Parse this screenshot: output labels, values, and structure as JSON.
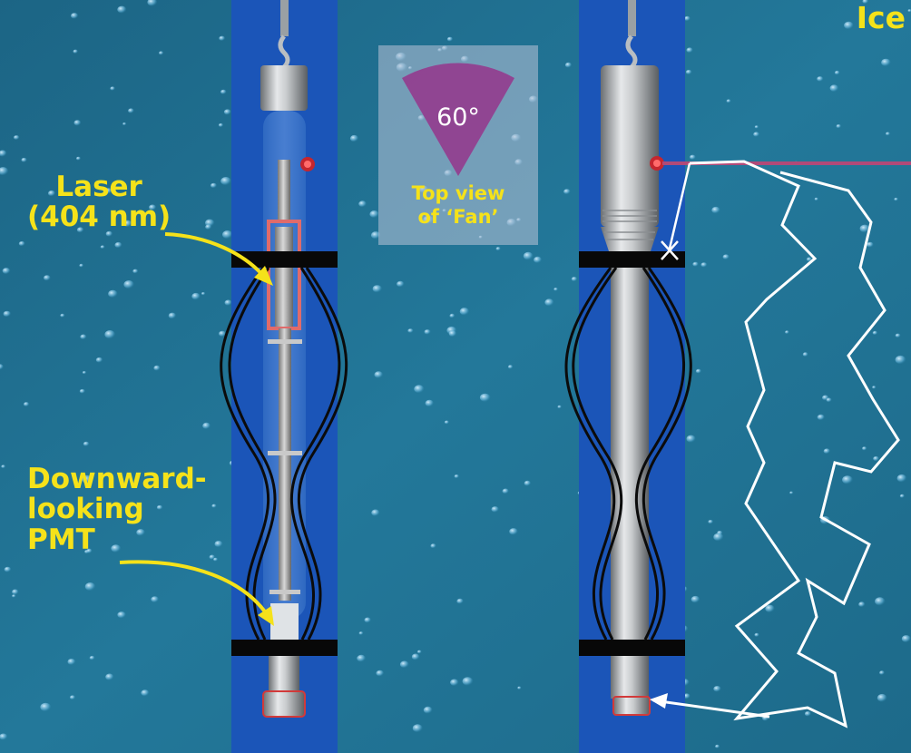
{
  "labels": {
    "ice": "Ice",
    "laser_line1": "Laser",
    "laser_line2": "(404 nm)",
    "pmt_line1": "Downward-",
    "pmt_line2": "looking",
    "pmt_line3": "PMT"
  },
  "fan_inset": {
    "angle": "60°",
    "caption_line1": "Top view",
    "caption_line2": "of ‘Fan’"
  },
  "colors": {
    "ice_background": "#1f6f8f",
    "borehole": "#1b55b8",
    "label_text": "#f5e21a",
    "laser_beam": "#b04a78",
    "photon_path": "#ffffff",
    "fan_wedge": "#8e3d8e"
  }
}
